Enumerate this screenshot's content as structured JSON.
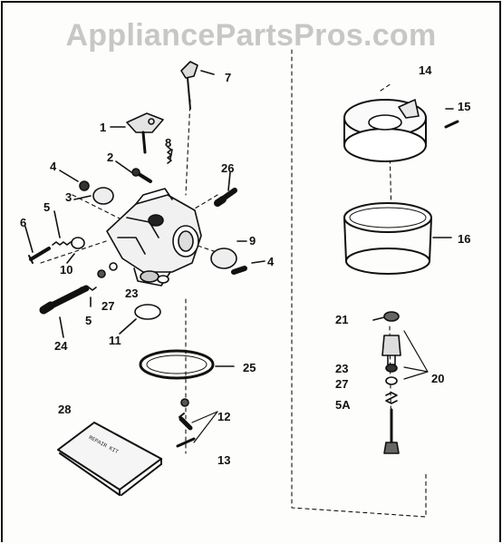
{
  "watermark": "AppliancePartsPros.com",
  "kit_text": "REPAIR KIT",
  "labels": [
    {
      "id": "1",
      "text": "1"
    },
    {
      "id": "2",
      "text": "2"
    },
    {
      "id": "3",
      "text": "3"
    },
    {
      "id": "4a",
      "text": "4"
    },
    {
      "id": "4b",
      "text": "4"
    },
    {
      "id": "5a",
      "text": "5"
    },
    {
      "id": "5b",
      "text": "5"
    },
    {
      "id": "6",
      "text": "6"
    },
    {
      "id": "7",
      "text": "7"
    },
    {
      "id": "8",
      "text": "8"
    },
    {
      "id": "9",
      "text": "9"
    },
    {
      "id": "10",
      "text": "10"
    },
    {
      "id": "11",
      "text": "11"
    },
    {
      "id": "12",
      "text": "12"
    },
    {
      "id": "13",
      "text": "13"
    },
    {
      "id": "14",
      "text": "14"
    },
    {
      "id": "15",
      "text": "15"
    },
    {
      "id": "16",
      "text": "16"
    },
    {
      "id": "20",
      "text": "20"
    },
    {
      "id": "21",
      "text": "21"
    },
    {
      "id": "23a",
      "text": "23"
    },
    {
      "id": "23b",
      "text": "23"
    },
    {
      "id": "24",
      "text": "24"
    },
    {
      "id": "25",
      "text": "25"
    },
    {
      "id": "26",
      "text": "26"
    },
    {
      "id": "27a",
      "text": "27"
    },
    {
      "id": "27b",
      "text": "27"
    },
    {
      "id": "28",
      "text": "28"
    },
    {
      "id": "5A",
      "text": "5A"
    }
  ]
}
